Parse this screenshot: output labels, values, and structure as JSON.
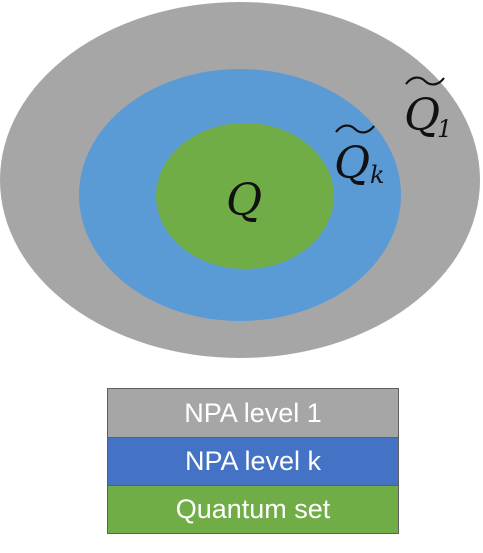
{
  "colors": {
    "outer_set": "#a6a6a6",
    "middle_set": "#5b9bd5",
    "inner_set": "#70ad47",
    "legend_outer": "#a6a6a6",
    "legend_middle": "#4472c4",
    "legend_inner": "#70ad47"
  },
  "diagram": {
    "outer_label": {
      "symbol": "Q",
      "subscript": "1"
    },
    "middle_label": {
      "symbol": "Q",
      "subscript": "k"
    },
    "inner_label": {
      "symbol": "Q"
    }
  },
  "legend": {
    "items": [
      {
        "label": "NPA level 1"
      },
      {
        "label": "NPA level k"
      },
      {
        "label": "Quantum set"
      }
    ]
  }
}
